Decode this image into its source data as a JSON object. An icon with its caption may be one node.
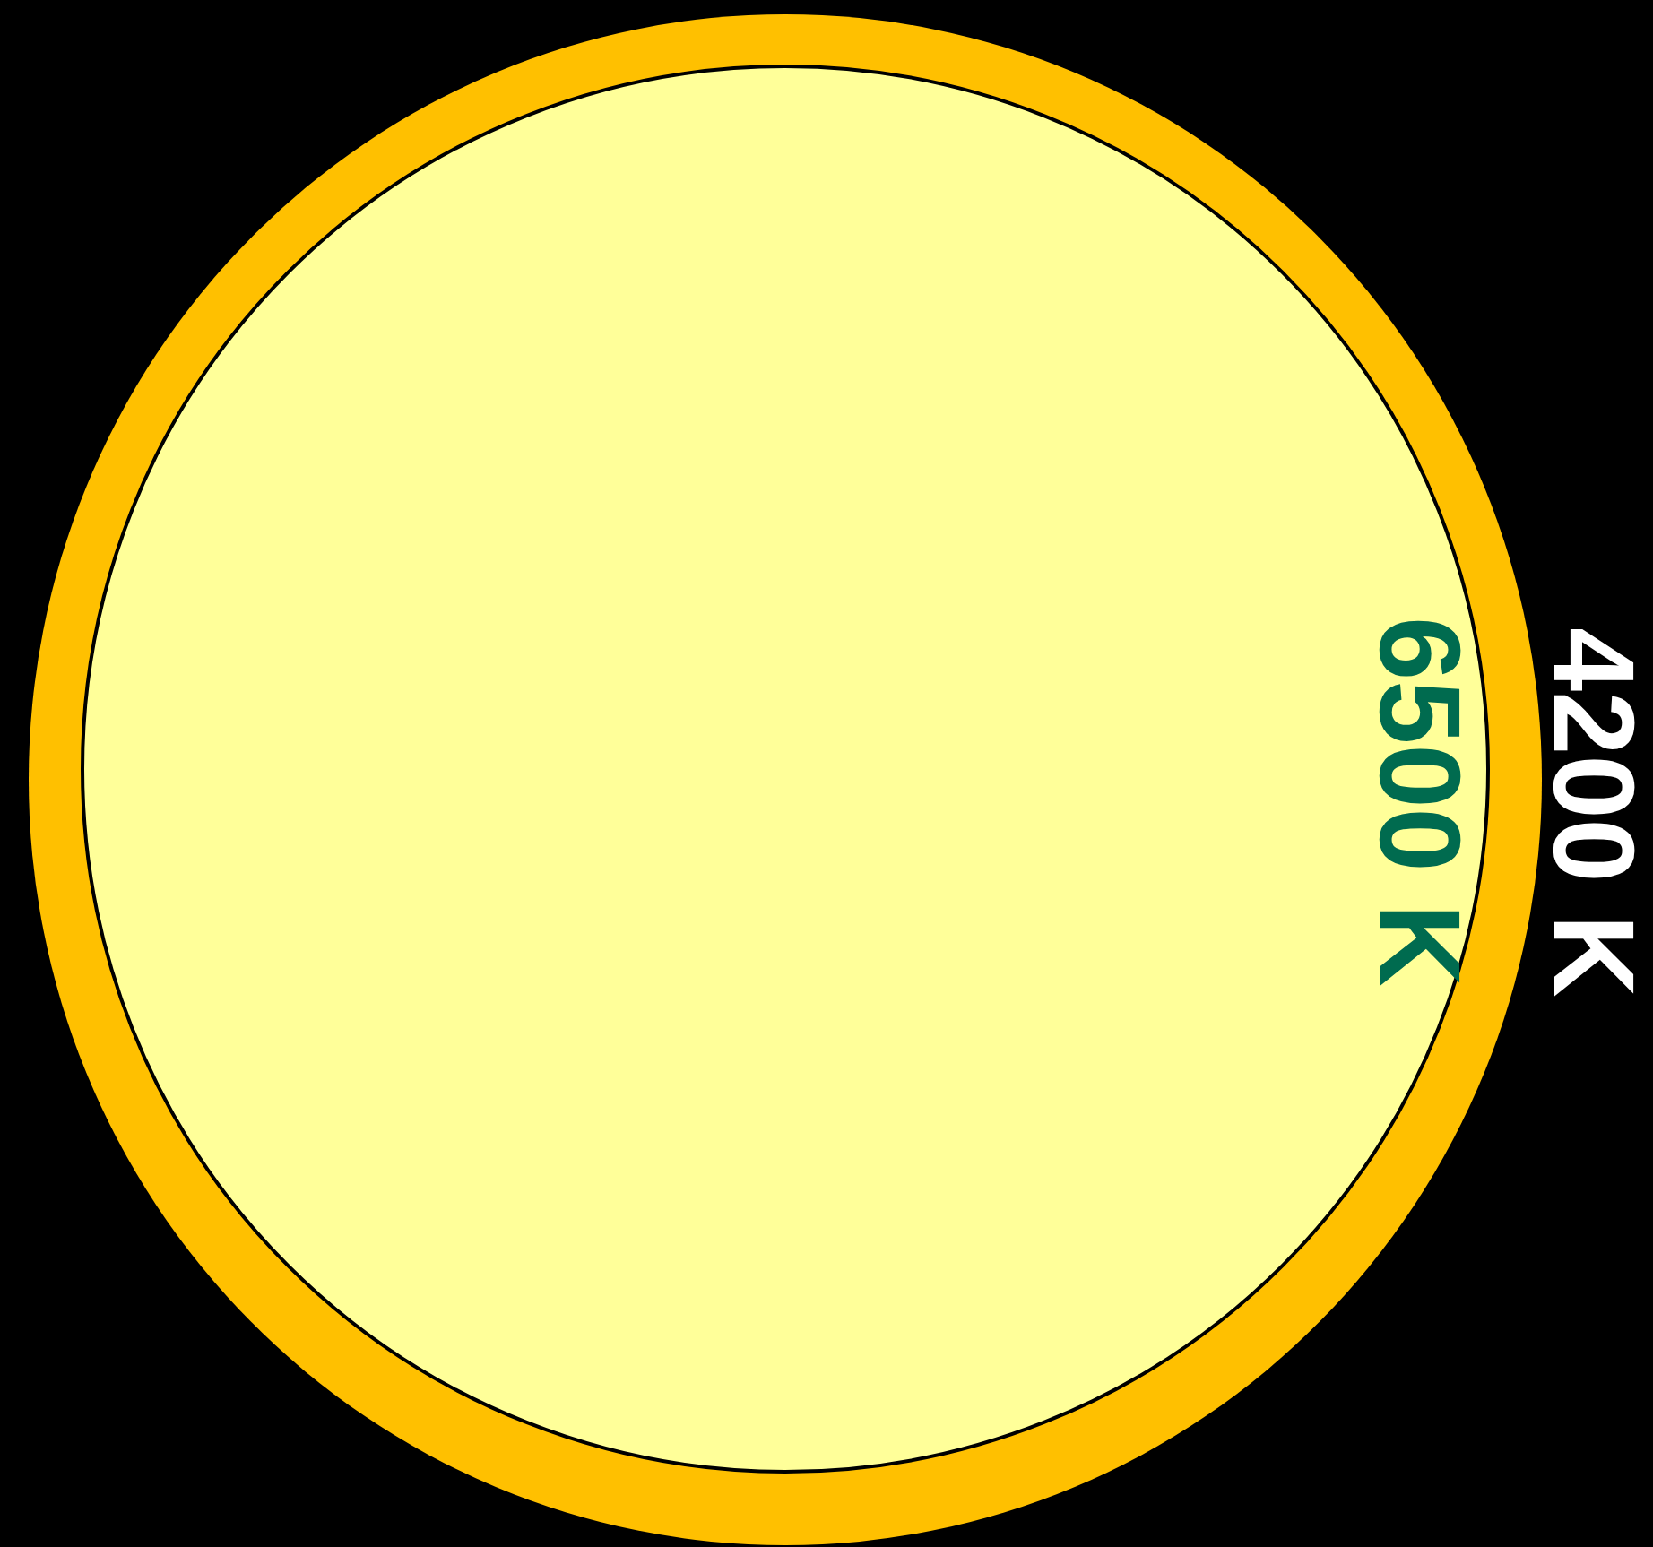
{
  "diagram": {
    "nodes": [
      {
        "text": [],
        "shape": "circle",
        "beside": [
          "4200 K"
        ]
      },
      {
        "text": [
          "6500 K"
        ],
        "in": 0
      }
    ]
  }
}
